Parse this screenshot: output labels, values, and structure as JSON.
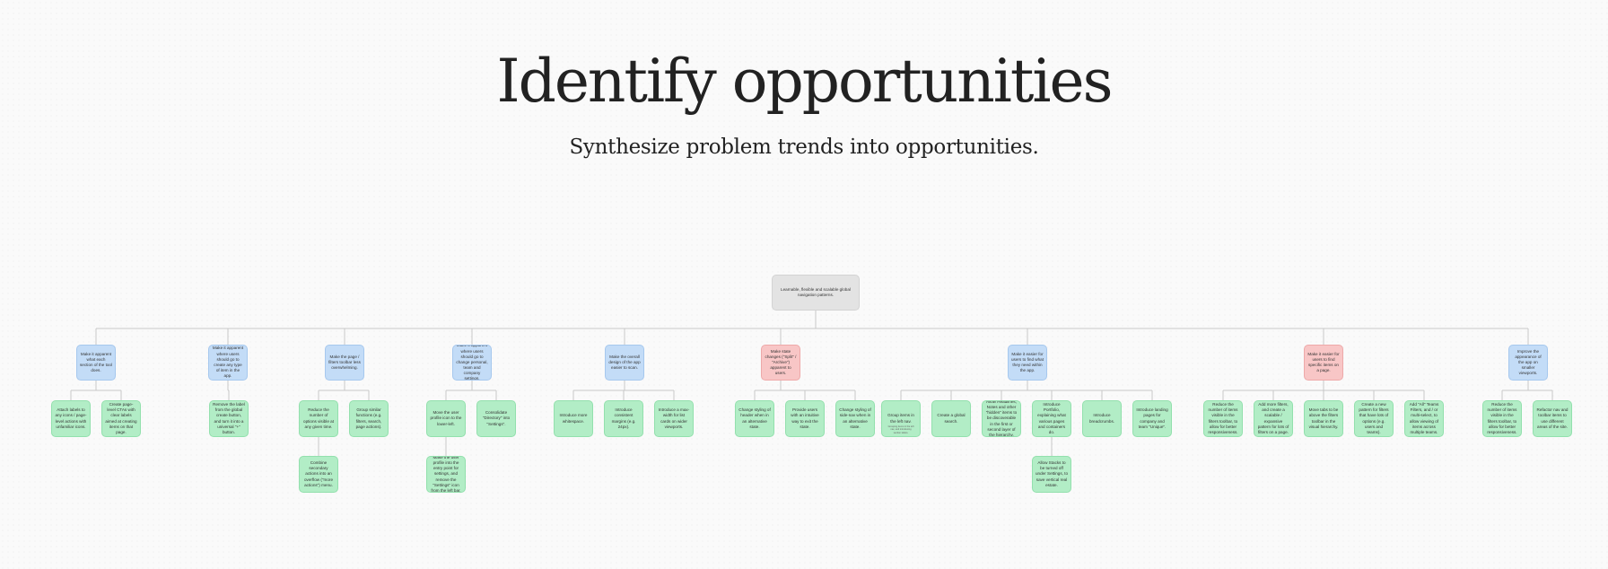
{
  "header": {
    "title": "Identify opportunities",
    "subtitle": "Synthesize problem trends into opportunities."
  },
  "colors": {
    "root": "#e3e3e3",
    "opportunity_blue": "#c3dcf7",
    "opportunity_red": "#f8c6c6",
    "solution_green": "#b2edc6",
    "connector": "#c8c8c8"
  },
  "diagram": {
    "root": "Learnable, flexible and scalable global navigation patterns.",
    "opportunities": [
      {
        "label": "Make it apparent what each section of the tool does.",
        "color": "blue",
        "solutions": [
          "Attach labels to any icons / page-level actions with unfamiliar icons.",
          "Create page-level CTAs with clear labels aimed at creating items on that page."
        ]
      },
      {
        "label": "Make it apparent where users should go to create any type of item in the app.",
        "color": "blue",
        "solutions": [
          "Remove the label from the global create button, and turn it into a universal \"+\" button."
        ]
      },
      {
        "label": "Make the page / filters toolbar less overwhelming.",
        "color": "blue",
        "solutions": [
          "Reduce the number of options visible at any given time.",
          "Group similar functions (e.g. filters, search, page actions).",
          "Combine secondary actions into an overflow (\"more actions\") menu."
        ]
      },
      {
        "label": "Make it apparent where users should go to change personal, team and company settings.",
        "color": "blue",
        "solutions": [
          "Move the user profile icon to the lower-left.",
          "Consolidate \"Directory\" into \"Settings\".",
          "Make the user profile into the entry point for settings, and remove the \"Settings\" icon from the left bar."
        ]
      },
      {
        "label": "Make the overall design of the app easier to scan.",
        "color": "blue",
        "solutions": [
          "Introduce more whitespace.",
          "Introduce consistent margins (e.g. 24px).",
          "Introduce a max-width for list cards on wider viewports."
        ]
      },
      {
        "label": "Make state changes (\"Split\" / \"Archive\") apparent to users.",
        "color": "red",
        "solutions": [
          "Change styling of header when in an alternative state.",
          "Provide users with an intuitive way to exit the state.",
          "Change styling of side-nav when in an alternative state."
        ]
      },
      {
        "label": "Make it easier for users to find what they need within the app.",
        "color": "blue",
        "solutions": [
          "Group items in the left nav.",
          "Create a global search.",
          "Allow Headlines, Notes and other \"hidden\" items to be discoverable in the first or second layer of the hierarchy.",
          "Introduce Portfolio, explaining what various pages and containers do.",
          "Introduce breadcrumbs.",
          "Introduce landing pages for company and team \"Unique\".",
          "Allow Stacks to be turned off under Settings, to save vertical real estate."
        ],
        "note": "Grouping items in the left nav, and introducing section labels."
      },
      {
        "label": "Make it easier for users to find specific items on a page.",
        "color": "red",
        "solutions": [
          "Reduce the number of items visible in the filters toolbar, to allow for better responsiveness.",
          "Add more filters, and create a scalable / expansive pattern for lots of filters on a page.",
          "Move tabs to be above the filters toolbar in the visual hierarchy.",
          "Create a new pattern for filters that have lots of options (e.g. users and teams).",
          "Add \"All\" Teams Filters, and / or multi-select, to allow viewing of items across multiple teams."
        ]
      },
      {
        "label": "Improve the appearance of the app on smaller viewports.",
        "color": "blue",
        "solutions": [
          "Reduce the number of items visible in the filters toolbar, to allow for better responsiveness.",
          "Refactor nav and toolbar items to use different areas of the site."
        ]
      }
    ]
  }
}
